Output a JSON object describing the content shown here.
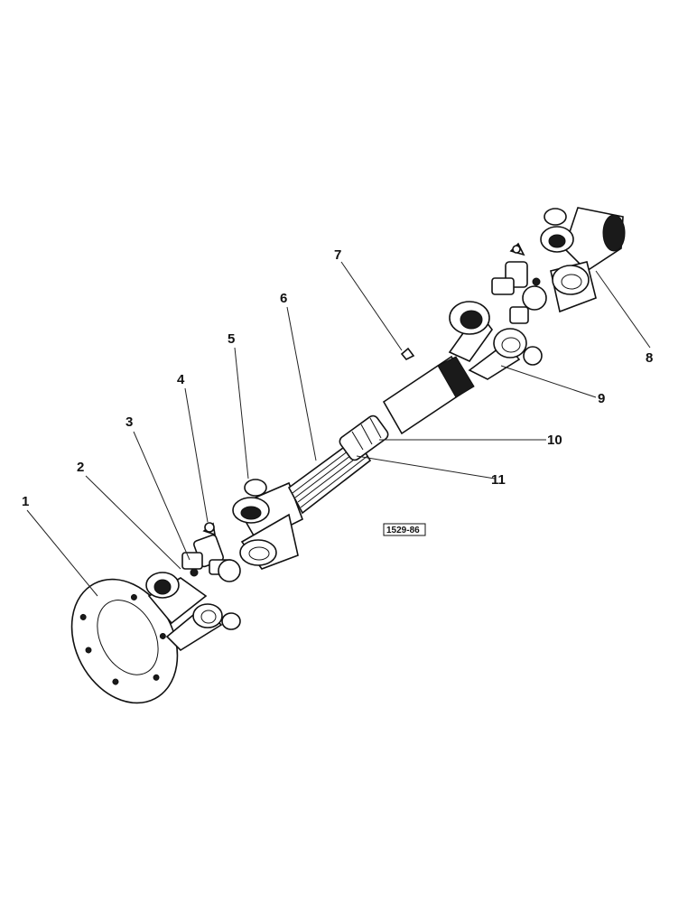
{
  "figure": {
    "reference_code": "1529-86",
    "callouts": [
      {
        "id": "c1",
        "label": "1"
      },
      {
        "id": "c2",
        "label": "2"
      },
      {
        "id": "c3",
        "label": "3"
      },
      {
        "id": "c4",
        "label": "4"
      },
      {
        "id": "c5",
        "label": "5"
      },
      {
        "id": "c6",
        "label": "6"
      },
      {
        "id": "c7",
        "label": "7"
      },
      {
        "id": "c8",
        "label": "8"
      },
      {
        "id": "c9",
        "label": "9"
      },
      {
        "id": "c10",
        "label": "10"
      },
      {
        "id": "c11",
        "label": "11"
      }
    ]
  }
}
